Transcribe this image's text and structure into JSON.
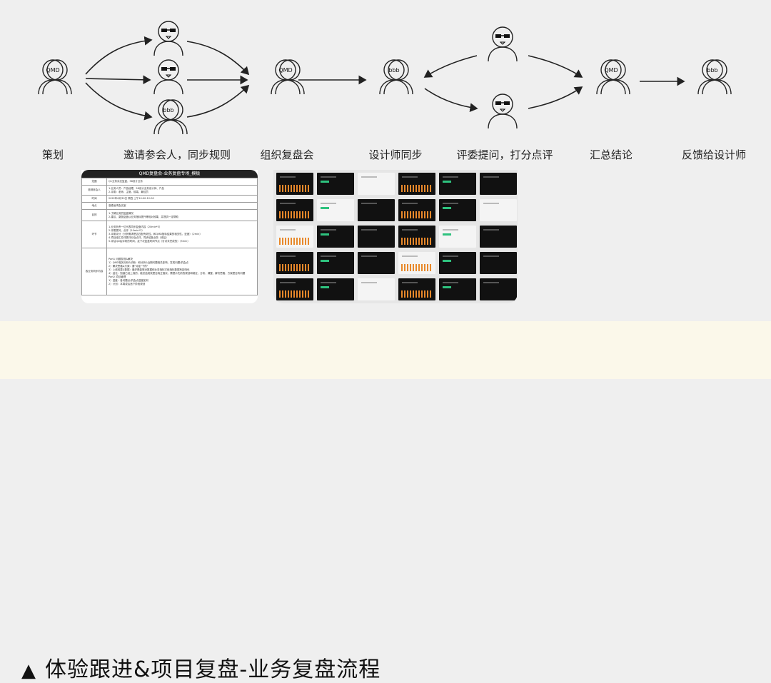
{
  "steps": [
    {
      "label": "策划"
    },
    {
      "label": "邀请参会人，同步规则"
    },
    {
      "label": "组织复盘会"
    },
    {
      "label": "设计师同步"
    },
    {
      "label": "评委提问，打分点评"
    },
    {
      "label": "汇总结论"
    },
    {
      "label": "反馈给设计师"
    }
  ],
  "avatar_tags": {
    "qmd": "QMD",
    "bbb": "bbb"
  },
  "caption": "体验跟进&项目复盘-业务复盘流程",
  "caption_icon": "▲",
  "doc": {
    "title": "QMD复盘会-业务复盘专场_模板",
    "rows": [
      {
        "k": "范围",
        "v": "Q1业务对应复盘，58设计业务"
      },
      {
        "k": "邀请参会人",
        "v": "1.业务人员：产品经理，58设计业务设计师、产品\n2.评委：老师，主管，前端，最佳员"
      },
      {
        "k": "时间",
        "v": "2022年6月30日 周四 上午10:00-12:00"
      },
      {
        "k": "地点",
        "v": "高德龙湾会议室"
      },
      {
        "k": "目的",
        "v": "1.了解业务的复盘情况\n2.建议、激励复盘以业务指标提升等相对效果，并提供一定帮助"
      },
      {
        "k": "环节",
        "v": "1.业务负责一位代表同步复盘内容（20min*3）\n2.评委提问、点评（10min*3）\n3.评委评分（分析需求是否匹配有效性，和QMD指标结果的相关性，进度）（2min）\n4.项目组汇总评委评分及点评，同步给各业务（线后）\n5.评估QD后评判的时间，及下次复盘时间节点（针对未完成的）（5min）"
      },
      {
        "k": "各业务同步内容",
        "v": "Part1 问题发现&解决\n1）QMD相关分析&诊断：和分析&近期问题相关影响，发现问题/机会点\n2）解决思路&方案：要\"对症\"下药\"\n3）上线效果&数据：最好是能够对数据和业务指标字段指标数据有影响也\n4）结论：知道已经上线的，能总结成效是否真正落实，需提示先前的规划和制定，分析、调整、解决思路、方案是否有问题\nPart2 项目管理\n1）进度：各问题点/机会点进度如何\n2）计划：本周或后适下阶段规划"
      }
    ]
  }
}
